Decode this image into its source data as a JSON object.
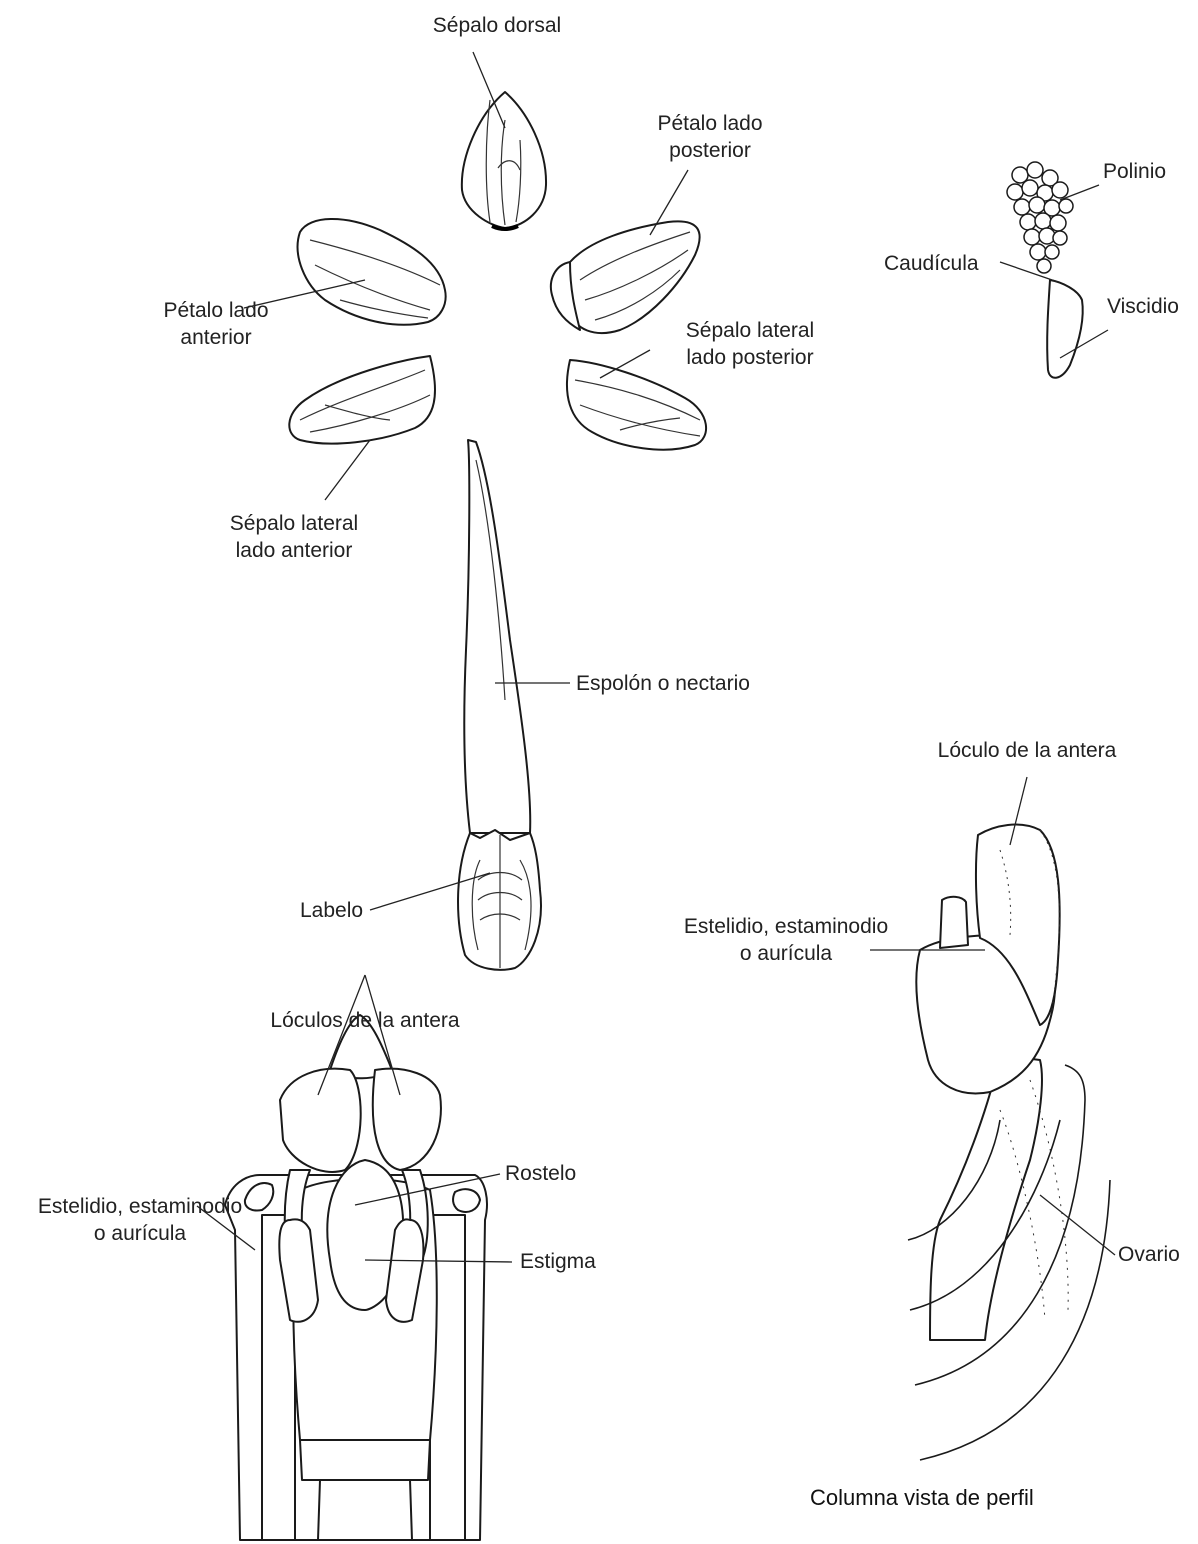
{
  "labels": {
    "sepalo_dorsal": "Sépalo dorsal",
    "petalo_posterior_1": "Pétalo lado",
    "petalo_posterior_2": "posterior",
    "petalo_anterior_1": "Pétalo lado",
    "petalo_anterior_2": "anterior",
    "sepalo_lat_post_1": "Sépalo lateral",
    "sepalo_lat_post_2": "lado posterior",
    "sepalo_lat_ant_1": "Sépalo lateral",
    "sepalo_lat_ant_2": "lado anterior",
    "espolon": "Espolón o nectario",
    "labelo": "Labelo",
    "polinio": "Polinio",
    "caudicula": "Caudícula",
    "viscidio": "Viscidio",
    "loculo_antera": "Lóculo de la antera",
    "estelidio_right_1": "Estelidio, estaminodio",
    "estelidio_right_2": "o aurícula",
    "loculos_antera": "Lóculos de la antera",
    "rostelo": "Rostelo",
    "estelidio_left_1": "Estelidio, estaminodio",
    "estelidio_left_2": "o aurícula",
    "estigma": "Estigma",
    "ovario": "Ovario"
  },
  "caption": "Columna vista de perfil"
}
